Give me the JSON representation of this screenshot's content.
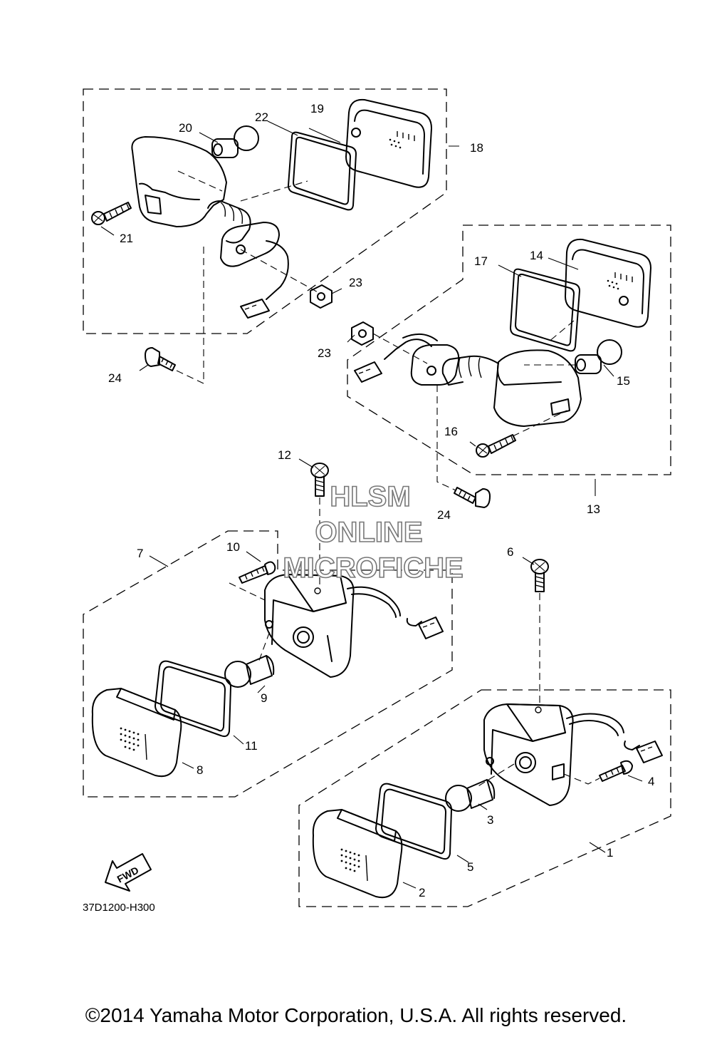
{
  "part_labels": {
    "p1": "1",
    "p2": "2",
    "p3": "3",
    "p4": "4",
    "p5": "5",
    "p6": "6",
    "p7": "7",
    "p8": "8",
    "p9": "9",
    "p10": "10",
    "p11": "11",
    "p12": "12",
    "p13": "13",
    "p14": "14",
    "p15": "15",
    "p16": "16",
    "p17": "17",
    "p18": "18",
    "p19": "19",
    "p20": "20",
    "p21": "21",
    "p22": "22",
    "p23a": "23",
    "p23b": "23",
    "p24a": "24",
    "p24b": "24"
  },
  "watermark": {
    "line1": "HLSM",
    "line2": "ONLINE",
    "line3": "MICROFICHE"
  },
  "fwd_label": "FWD",
  "diagram_code": "37D1200-H300",
  "copyright": "©2014 Yamaha Motor Corporation, U.S.A. All rights reserved."
}
